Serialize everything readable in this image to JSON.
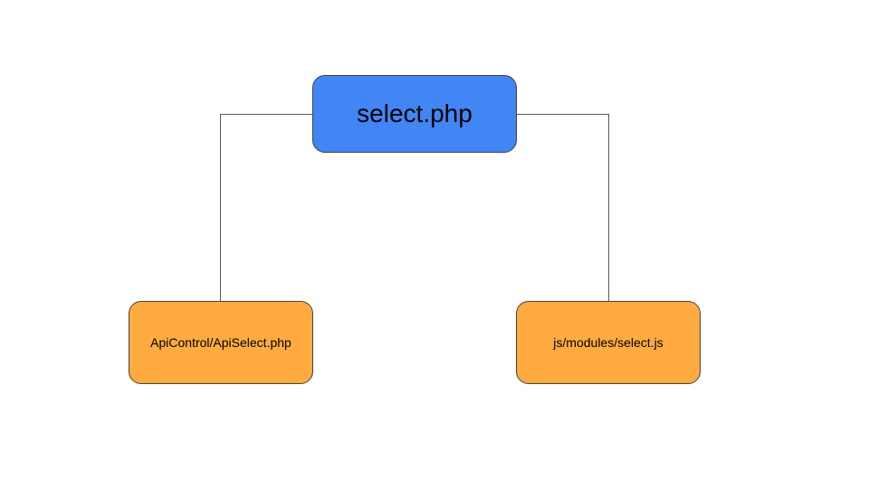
{
  "diagram": {
    "root": {
      "label": "select.php",
      "color": "#4285f4"
    },
    "children": [
      {
        "label": "ApiControl/ApiSelect.php",
        "color": "#ffab40"
      },
      {
        "label": "js/modules/select.js",
        "color": "#ffab40"
      }
    ],
    "connector_color": "#595959",
    "border_color": "#434343"
  }
}
